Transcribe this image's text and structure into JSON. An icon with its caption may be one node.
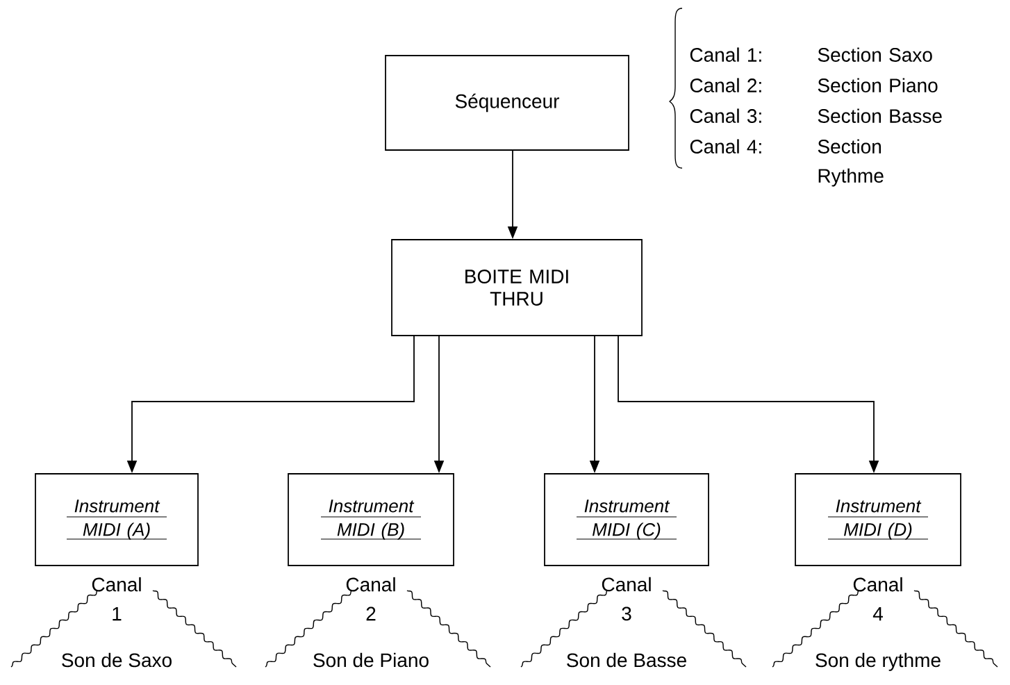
{
  "diagram": {
    "nodes": [
      {
        "text": [
          "Séquenceur"
        ]
      },
      {
        "text": [
          "BOITE MIDI THRU"
        ]
      },
      {
        "text": [
          "Instrument MIDI (A)"
        ],
        "beside": [
          "Canal 1",
          "Son de Saxo"
        ]
      },
      {
        "text": [
          "Instrument MIDI (B)"
        ],
        "beside": [
          "Canal 2",
          "Son de Piano"
        ]
      },
      {
        "text": [
          "Instrument MIDI (C)"
        ],
        "beside": [
          "Canal 3",
          "Son de Basse"
        ]
      },
      {
        "text": [
          "Instrument MIDI (D)"
        ],
        "beside": [
          "Canal 4",
          "Son de rythme"
        ]
      }
    ],
    "edges": [
      {
        "from": 0,
        "to": 1,
        "arrow": "to"
      },
      {
        "from": 1,
        "to": 2,
        "arrow": "to"
      },
      {
        "from": 1,
        "to": 3,
        "arrow": "to"
      },
      {
        "from": 1,
        "to": 4,
        "arrow": "to"
      },
      {
        "from": 1,
        "to": 5,
        "arrow": "to"
      }
    ],
    "labels": [
      "Canal 1:",
      "Section Saxo",
      "Canal 2:",
      "Section Piano",
      "Canal 3:",
      "Section Basse",
      "Canal 4:",
      "Section Rythme"
    ]
  }
}
